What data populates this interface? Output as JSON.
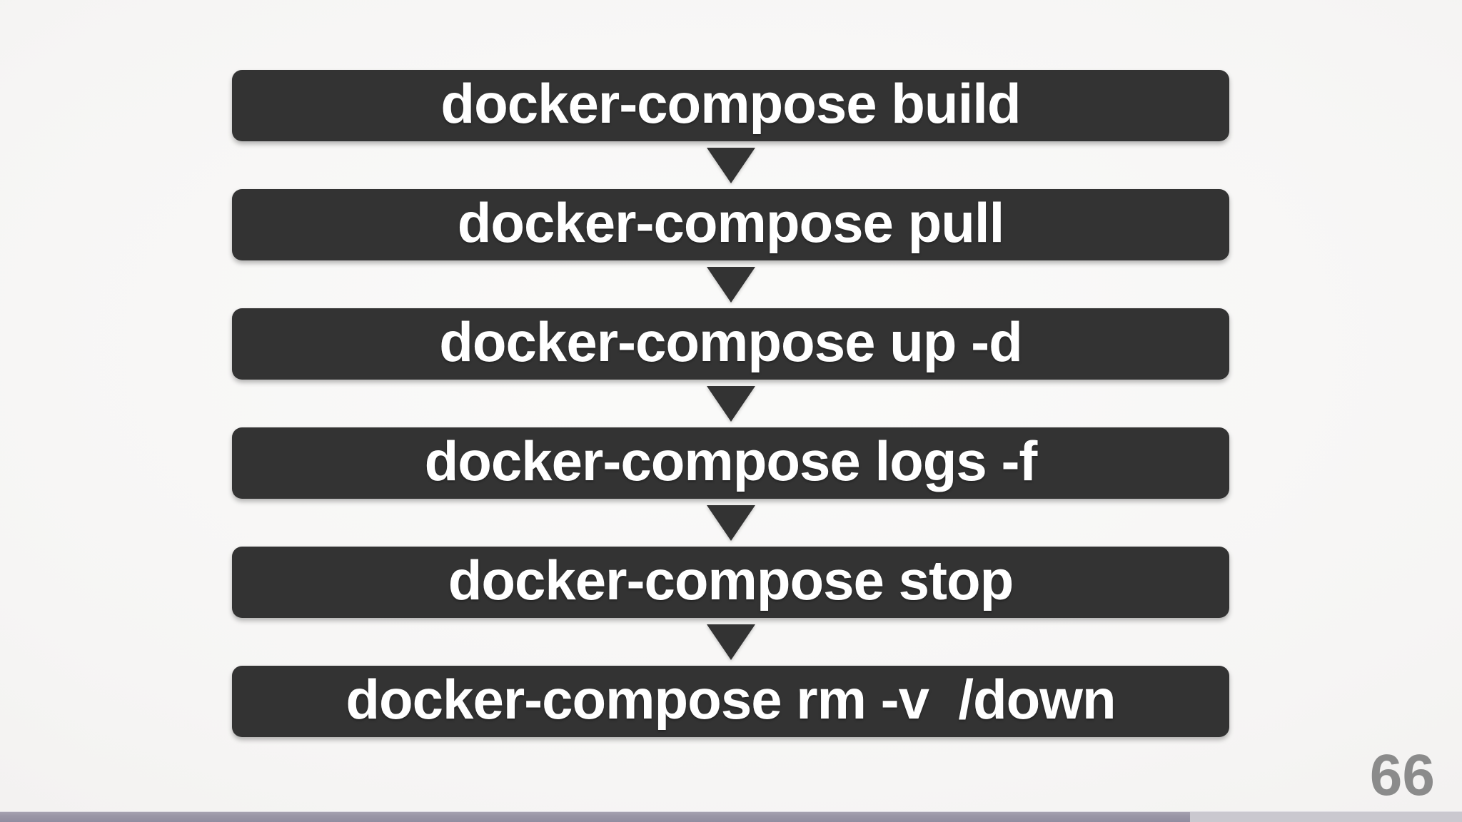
{
  "slide": {
    "page_number": "66",
    "flow": {
      "steps": [
        {
          "label": "docker-compose build"
        },
        {
          "label": "docker-compose pull"
        },
        {
          "label": "docker-compose up -d"
        },
        {
          "label": "docker-compose logs -f"
        },
        {
          "label": "docker-compose stop"
        },
        {
          "label": "docker-compose rm -v  /down"
        }
      ],
      "connector_icon": "arrow-down-triangle"
    },
    "progress_bar": {
      "progress_percent": 81.4,
      "progress_width_css": "81.4%"
    },
    "colors": {
      "box_background": "#333333",
      "box_text": "#ffffff",
      "arrow": "#333333",
      "page_number": "#8b8b8b",
      "progress_fill": "#9a96a6",
      "progress_track": "#cac8cf",
      "slide_background_center": "#fbfbfa",
      "slide_background_edge": "#e7e6e4"
    }
  }
}
